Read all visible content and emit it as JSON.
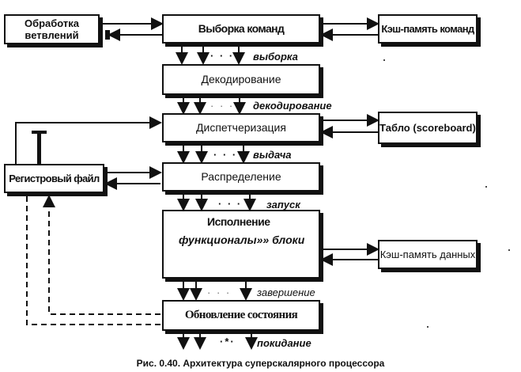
{
  "boxes": {
    "branch": "Обработка ветвлений",
    "fetch": "Выборка команд",
    "icache": "Кэш-память команд",
    "decode": "Декодирование",
    "dispatch": "Диспетчеризация",
    "scoreboard": "Табло (scoreboard)",
    "regfile": "Регистровый файл",
    "distribute": "Распределение",
    "execute_title": "Исполнение",
    "execute_units": "функционалы»» блоки",
    "dcache": "Кэш-память данных",
    "update": "Обновление состояния"
  },
  "stage_labels": {
    "fetch": "выборка",
    "decode": "декодирование",
    "issue": "выдача",
    "launch": "запуск",
    "complete": "завершение",
    "retire": "покидание"
  },
  "dots": {
    "a": "· · ·",
    "b": "· · ·",
    "c": "· · ·",
    "d": "· · ·",
    "e": "· · ·",
    "f": "·*·"
  },
  "caption": "Рис. 0.40. Архитектура суперскалярного процессора"
}
